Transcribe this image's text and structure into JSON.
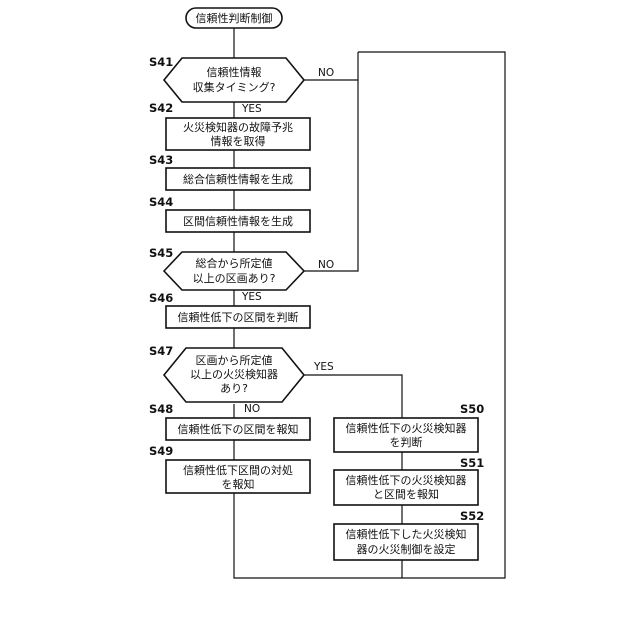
{
  "start": {
    "label": "信頼性判断制御"
  },
  "steps": {
    "s41": {
      "id": "S41",
      "lines": [
        "信頼性情報",
        "収集タイミング?"
      ]
    },
    "s42": {
      "id": "S42",
      "lines": [
        "火災検知器の故障予兆",
        "情報を取得"
      ]
    },
    "s43": {
      "id": "S43",
      "lines": [
        "総合信頼性情報を生成"
      ]
    },
    "s44": {
      "id": "S44",
      "lines": [
        "区間信頼性情報を生成"
      ]
    },
    "s45": {
      "id": "S45",
      "lines": [
        "総合から所定値",
        "以上の区画あり?"
      ]
    },
    "s46": {
      "id": "S46",
      "lines": [
        "信頼性低下の区間を判断"
      ]
    },
    "s47": {
      "id": "S47",
      "lines": [
        "区画から所定値",
        "以上の火災検知器",
        "あり?"
      ]
    },
    "s48": {
      "id": "S48",
      "lines": [
        "信頼性低下の区間を報知"
      ]
    },
    "s49": {
      "id": "S49",
      "lines": [
        "信頼性低下区間の対処",
        "を報知"
      ]
    },
    "s50": {
      "id": "S50",
      "lines": [
        "信頼性低下の火災検知器",
        "を判断"
      ]
    },
    "s51": {
      "id": "S51",
      "lines": [
        "信頼性低下の火災検知器",
        "と区間を報知"
      ]
    },
    "s52": {
      "id": "S52",
      "lines": [
        "信頼性低下した火災検知",
        "器の火災制御を設定"
      ]
    }
  },
  "branch_labels": {
    "s41_no": "NO",
    "s41_yes": "YES",
    "s45_no": "NO",
    "s45_yes": "YES",
    "s47_yes": "YES",
    "s47_no": "NO"
  }
}
